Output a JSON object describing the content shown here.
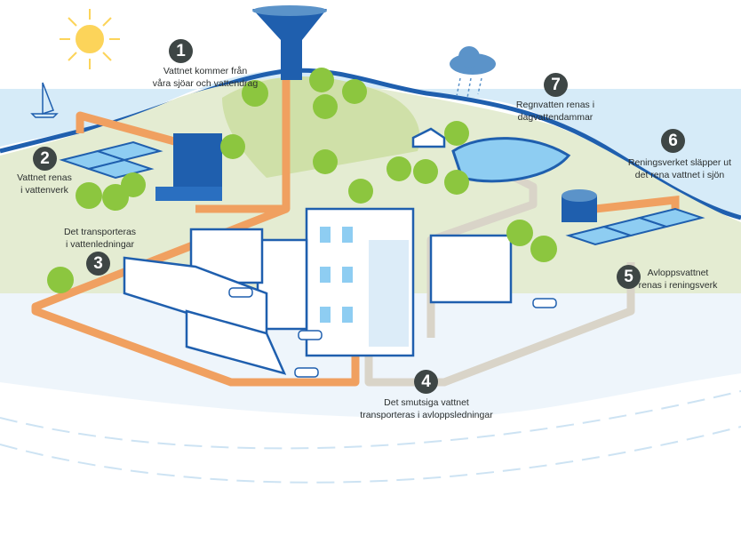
{
  "colors": {
    "water": "#cfe6f6",
    "water_dark": "#1f5fae",
    "grass": "#dfe8c8",
    "tree": "#8cc63f",
    "clean_pipe": "#f0a060",
    "dirty_pipe": "#e4e0d6",
    "badge": "#3e4645",
    "sun": "#fcd45a"
  },
  "steps": [
    {
      "number": "1",
      "lines": [
        "Vattnet kommer från",
        "våra sjöar och vattendrag"
      ]
    },
    {
      "number": "2",
      "lines": [
        "Vattnet renas",
        "i vattenverk"
      ]
    },
    {
      "number": "3",
      "lines": [
        "Det transporteras",
        "i vattenledningar"
      ]
    },
    {
      "number": "4",
      "lines": [
        "Det smutsiga vattnet",
        "transporteras i avloppsledningar"
      ]
    },
    {
      "number": "5",
      "lines": [
        "Avloppsvattnet",
        "renas i reningsverk"
      ]
    },
    {
      "number": "6",
      "lines": [
        "Reningsverket släpper ut",
        "det rena vattnet i sjön"
      ]
    },
    {
      "number": "7",
      "lines": [
        "Regnvatten renas i",
        "dagvattendammar"
      ]
    }
  ]
}
